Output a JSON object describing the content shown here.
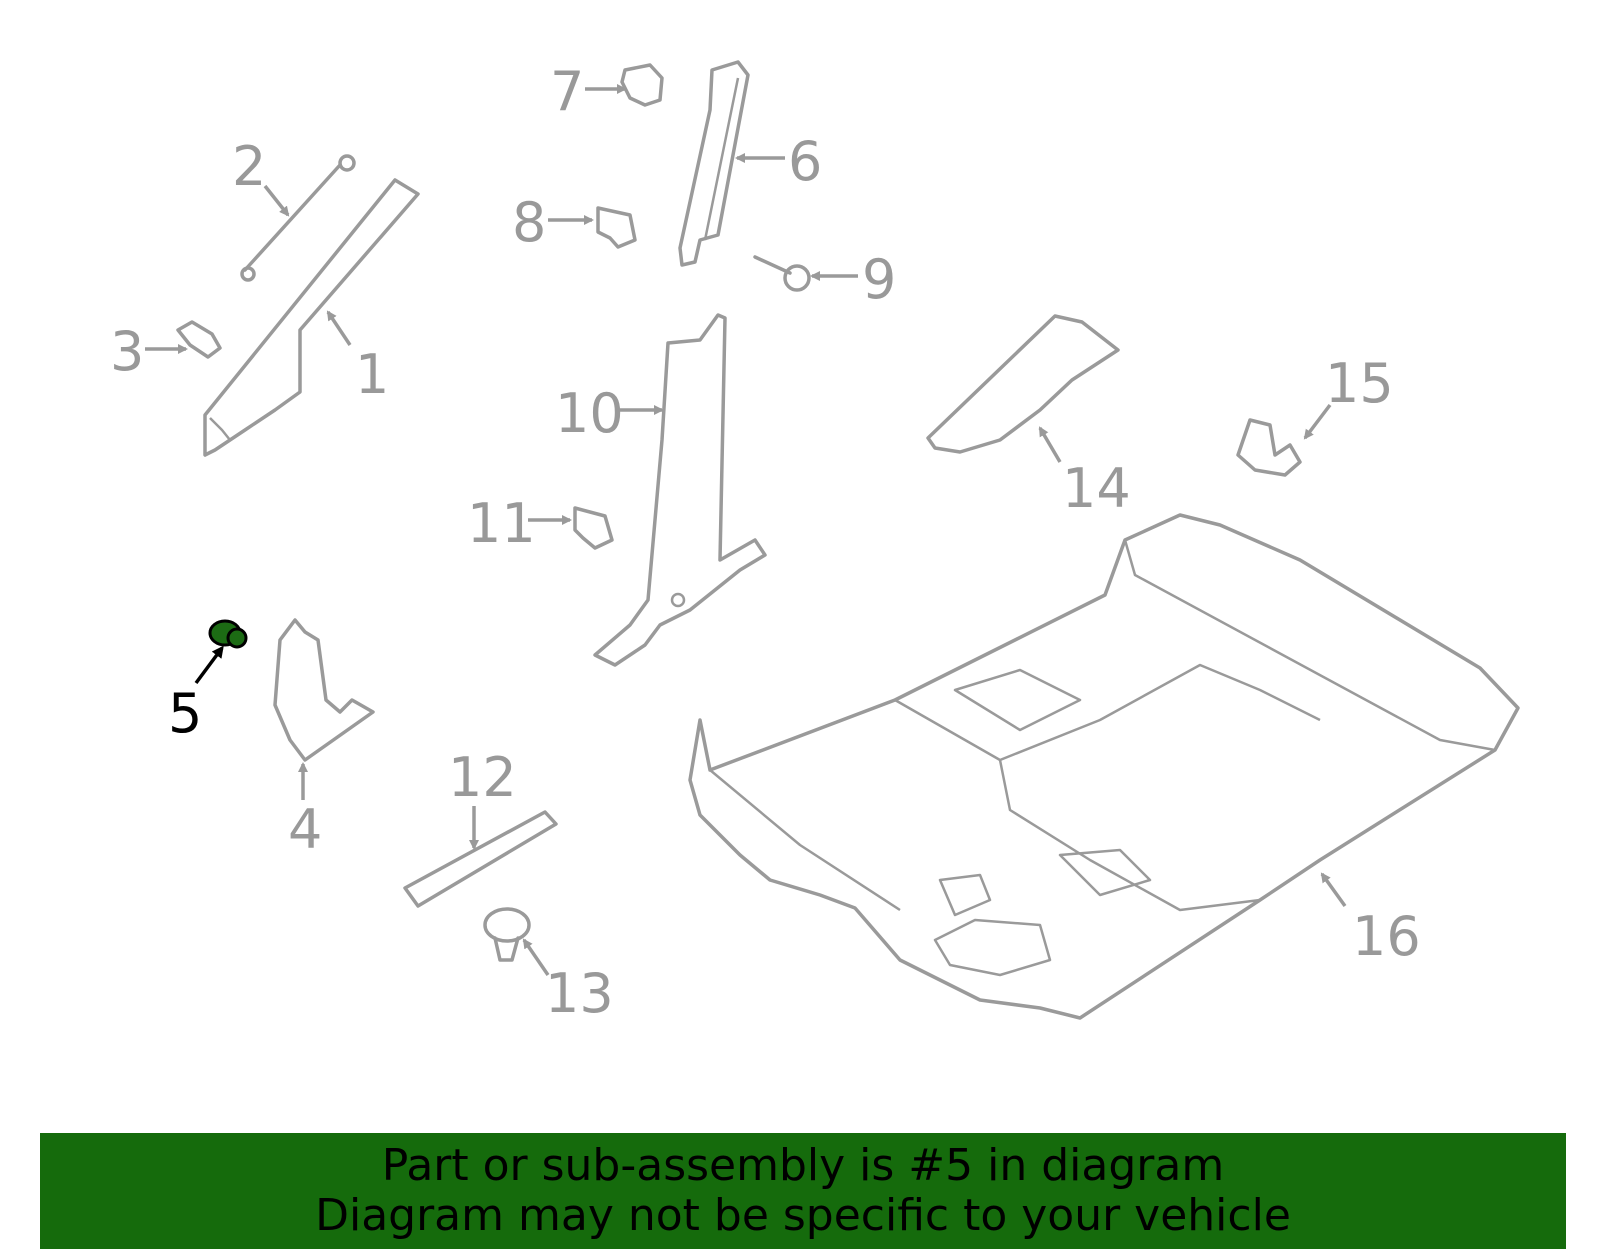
{
  "diagram": {
    "callouts": [
      "1",
      "2",
      "3",
      "4",
      "5",
      "6",
      "7",
      "8",
      "9",
      "10",
      "11",
      "12",
      "13",
      "14",
      "15",
      "16"
    ],
    "highlighted_part": "5",
    "highlight_color": "#1c6b14",
    "part_line_color": "#9a9a9a"
  },
  "banner": {
    "line1": "Part or sub-assembly is #5 in diagram",
    "line2": "Diagram may not be specific to your vehicle",
    "color": "#156b0c"
  }
}
